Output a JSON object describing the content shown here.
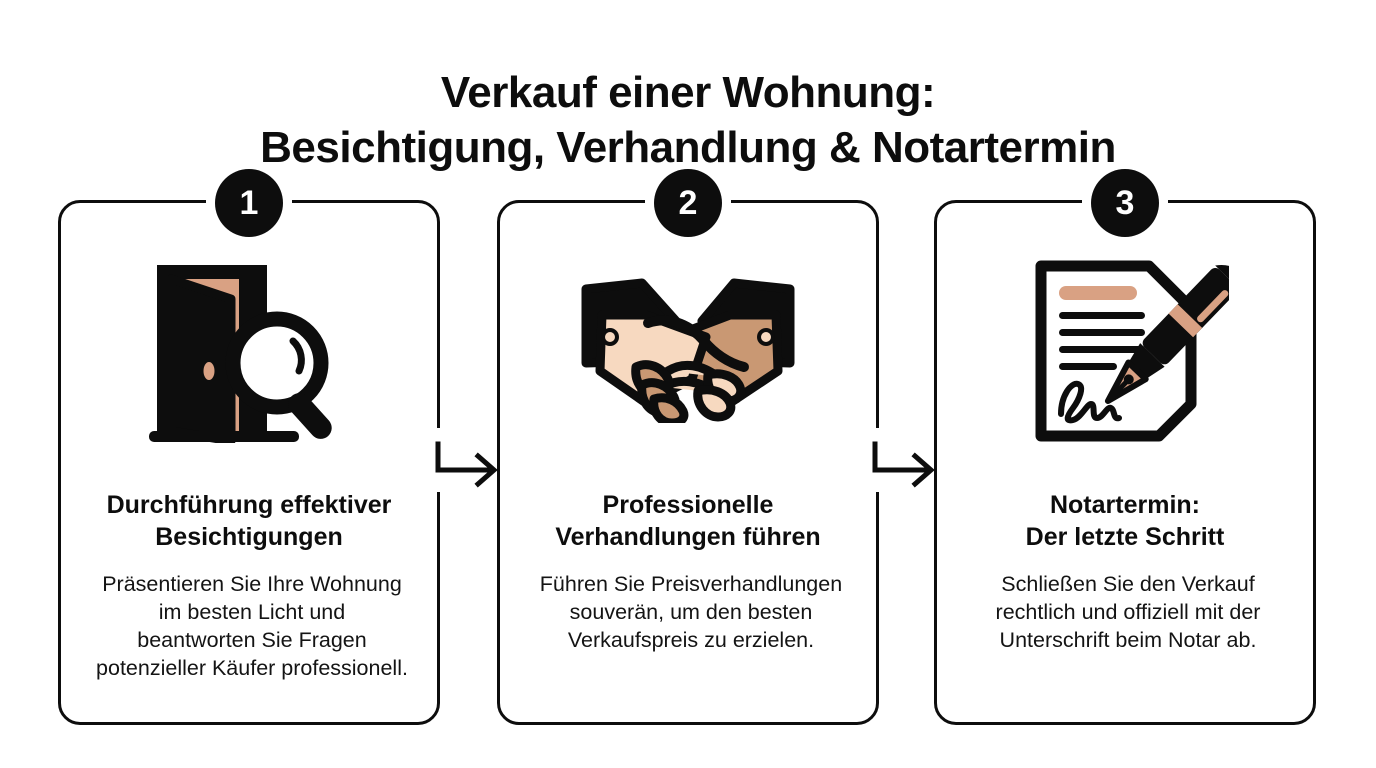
{
  "title": {
    "line1": "Verkauf einer Wohnung:",
    "line2": "Besichtigung, Verhandlung & Notartermin"
  },
  "colors": {
    "ink": "#0d0d0d",
    "card_background": "#ffffff",
    "page_background": "#ffffff",
    "accent_tan": "#d9a183",
    "skin_light": "#f7d9c0",
    "skin_dark": "#c99873",
    "badge_background": "#0d0d0d",
    "badge_text": "#ffffff"
  },
  "steps": [
    {
      "number": "1",
      "icon": "open-door-magnifier-icon",
      "heading_line1": "Durchführung effektiver",
      "heading_line2": "Besichtigungen",
      "body_line1": "Präsentieren Sie Ihre Wohnung",
      "body_line2": "im besten Licht und",
      "body_line3": "beantworten Sie Fragen",
      "body_line4": "potenzieller Käufer professionell."
    },
    {
      "number": "2",
      "icon": "handshake-icon",
      "heading_line1": "Professionelle",
      "heading_line2": "Verhandlungen führen",
      "body_line1": "Führen Sie Preisverhandlungen",
      "body_line2": "souverän, um den besten",
      "body_line3": "Verkaufspreis zu erzielen.",
      "body_line4": ""
    },
    {
      "number": "3",
      "icon": "contract-signature-pen-icon",
      "heading_line1": "Notartermin:",
      "heading_line2": "Der letzte Schritt",
      "body_line1": "Schließen Sie den Verkauf",
      "body_line2": "rechtlich und offiziell mit der",
      "body_line3": "Unterschrift beim Notar ab.",
      "body_line4": ""
    }
  ],
  "connectors": [
    {
      "name": "arrow-step1-to-step2",
      "icon": "arrow-right-icon"
    },
    {
      "name": "arrow-step2-to-step3",
      "icon": "arrow-right-icon"
    }
  ]
}
